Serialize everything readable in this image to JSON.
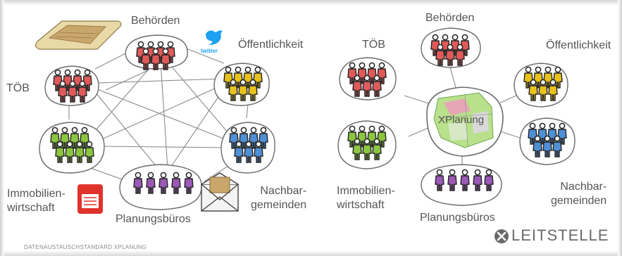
{
  "left_diagram": {
    "groups": {
      "behoerden": "Behörden",
      "oeffentlichkeit": "Öffentlichkeit",
      "toeb": "TÖB",
      "immobilien": "Immobilien-\nwirtschaft",
      "planungsbueros": "Planungsbüros",
      "nachbargemeinden": "Nachbar-\ngemeinden"
    },
    "twitter_caption": "twitter"
  },
  "right_diagram": {
    "groups": {
      "behoerden": "Behörden",
      "oeffentlichkeit": "Öffentlichkeit",
      "toeb": "TÖB",
      "immobilien": "Immobilien-\nwirtschaft",
      "planungsbueros": "Planungsbüros",
      "nachbargemeinden": "Nachbar-\ngemeinden"
    },
    "center_label": "XPlanung"
  },
  "footer": "DATENAUSTAUSCHSTANDARD XPLANUNG",
  "logo": {
    "text": "LEITSTELLE",
    "icon": "x-logo-icon"
  },
  "colors": {
    "red": "#d9534f",
    "yellow": "#e8c21a",
    "green": "#8cc63f",
    "blue": "#4f8fd6",
    "purple": "#9b59b6",
    "pdf_red": "#e0332b",
    "twitter_blue": "#1da1f2"
  }
}
